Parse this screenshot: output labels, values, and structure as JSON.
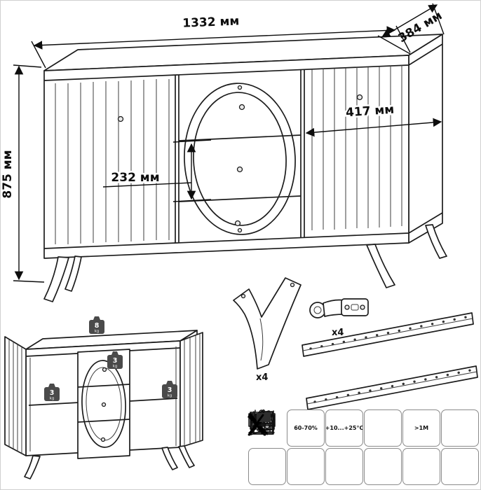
{
  "dimensions": {
    "width": "1332 мм",
    "depth": "384 мм",
    "height": "875 мм",
    "niche_width": "417 мм",
    "drawer_height": "232 мм"
  },
  "load_limits": {
    "top": {
      "value": "8",
      "unit": "kg"
    },
    "center": {
      "value": "3",
      "unit": "kg"
    },
    "left": {
      "value": "3",
      "unit": "kg"
    },
    "right": {
      "value": "3",
      "unit": "kg"
    }
  },
  "hardware": {
    "leg_qty": "x4",
    "hinge_qty": "x4"
  },
  "care_icons": {
    "row1": [
      {
        "name": "humidity",
        "label": "60-70%"
      },
      {
        "name": "temperature",
        "label": "+10...+25°C"
      },
      {
        "name": "no-direct-sunlight",
        "label": ""
      },
      {
        "name": "keep-away-from-heat",
        "label": ">1M"
      },
      {
        "name": "ventilation-gap",
        "label": ""
      }
    ],
    "row2": [
      {
        "name": "no-leaning-on-open-door"
      },
      {
        "name": "no-hammering"
      },
      {
        "name": "no-dragging"
      },
      {
        "name": "no-water"
      },
      {
        "name": "no-climbing"
      },
      {
        "name": "no-tv-overload"
      }
    ]
  }
}
